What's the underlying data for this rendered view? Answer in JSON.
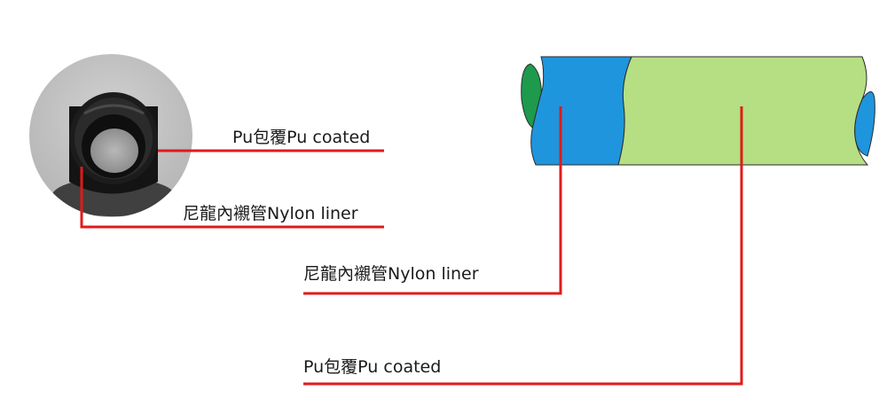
{
  "labels": {
    "cross_section_pu": "Pu包覆Pu coated",
    "cross_section_nylon": "尼龍內襯管Nylon liner",
    "tube_nylon": "尼龍內襯管Nylon liner",
    "tube_pu": "Pu包覆Pu coated"
  },
  "colors": {
    "leader_line": "#e01b1b",
    "pu_coating": "#b5df82",
    "nylon_liner": "#1f95dd",
    "tube_end_green": "#1d9a4c",
    "photo_background": "#c3c3c3"
  }
}
